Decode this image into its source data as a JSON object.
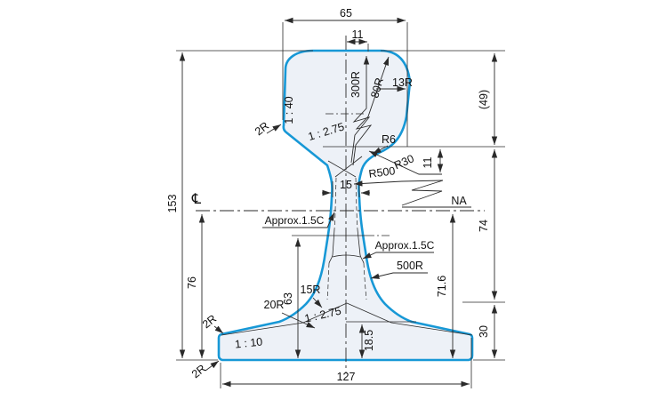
{
  "colors": {
    "profile_outline": "#1798d6",
    "profile_fill": "#edf1f7",
    "dimension_lines": "#2a2a2a",
    "text": "#111111",
    "background": "#ffffff"
  },
  "dimensions": {
    "head_width": "65",
    "crown_offset": "11",
    "head_depth_ref": "(49)",
    "total_height": "153",
    "head_fillet_drop": "11",
    "upper_section_height": "74",
    "na_to_bottom": "76",
    "web_lower_height": "63",
    "web_thickness": "15",
    "base_mid_thickness": "18.5",
    "na_height": "71.6",
    "base_edge_zone": "30",
    "base_width": "127"
  },
  "radii": {
    "crown_radius": "300R",
    "shoulder_radius": "80R",
    "head_corner_radius": "13R",
    "head_side_corner": "2R",
    "head_web_fillet_small": "R6",
    "head_web_fillet": "R30",
    "web_face_radius": "R500",
    "web_face_radius_lower": "500R",
    "base_fillet": "15R",
    "base_transition": "20R",
    "base_corner_top": "2R",
    "base_corner_bottom": "2R"
  },
  "slopes": {
    "head_side_slope": "1 : 40",
    "head_bottom_slope": "1 : 2.75",
    "base_top_center_slope": "1 : 2.75",
    "base_top_slope": "1 : 10"
  },
  "annotations": {
    "chamfer_upper": "Approx.1.5C",
    "chamfer_lower": "Approx.1.5C",
    "neutral_axis_label": "NA",
    "centerline_symbol": "℄"
  }
}
